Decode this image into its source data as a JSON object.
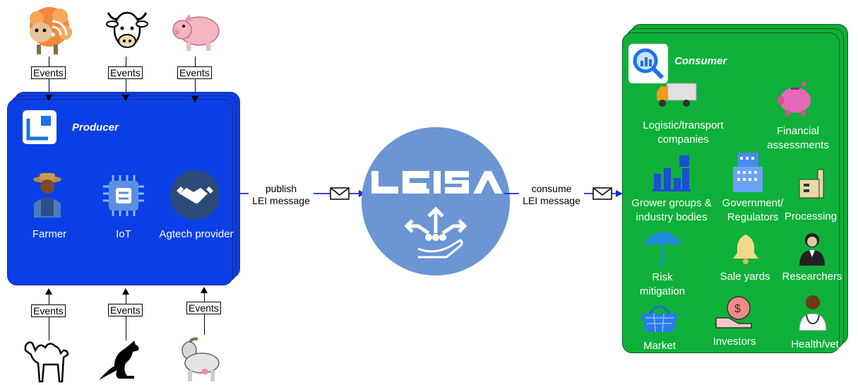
{
  "producer": {
    "title": "Producer",
    "items": [
      {
        "label": "Farmer"
      },
      {
        "label": "IoT"
      },
      {
        "label": "Agtech provider"
      }
    ],
    "color": "#0b3fe6"
  },
  "events": {
    "top": [
      "Events",
      "Events",
      "Events"
    ],
    "bottom": [
      "Events",
      "Events",
      "Events"
    ]
  },
  "publish": {
    "line1": "publish",
    "line2": "LEI message"
  },
  "consume": {
    "line1": "consume",
    "line2": "LEI message"
  },
  "hub": {
    "name": "LEISA",
    "color": "#6b95d3"
  },
  "consumer": {
    "title": "Consumer",
    "color": "#0fb03a",
    "items": [
      {
        "line1": "Logistic/transport",
        "line2": "companies"
      },
      {
        "line1": "Financial",
        "line2": "assessments"
      },
      {
        "line1": "Grower groups &",
        "line2": "industry bodies"
      },
      {
        "line1": "Government/",
        "line2": "Regulators"
      },
      {
        "line1": "Processing",
        "line2": ""
      },
      {
        "line1": "Risk",
        "line2": "mitigation"
      },
      {
        "line1": "Sale yards",
        "line2": ""
      },
      {
        "line1": "Researchers",
        "line2": ""
      },
      {
        "line1": "Market",
        "line2": ""
      },
      {
        "line1": "Investors",
        "line2": ""
      },
      {
        "line1": "Health/vet",
        "line2": ""
      }
    ]
  },
  "icons": {
    "top": [
      "sheep-icon",
      "cow-icon",
      "pig-icon"
    ],
    "bottom": [
      "camel-icon",
      "kangaroo-icon",
      "goat-icon"
    ]
  }
}
